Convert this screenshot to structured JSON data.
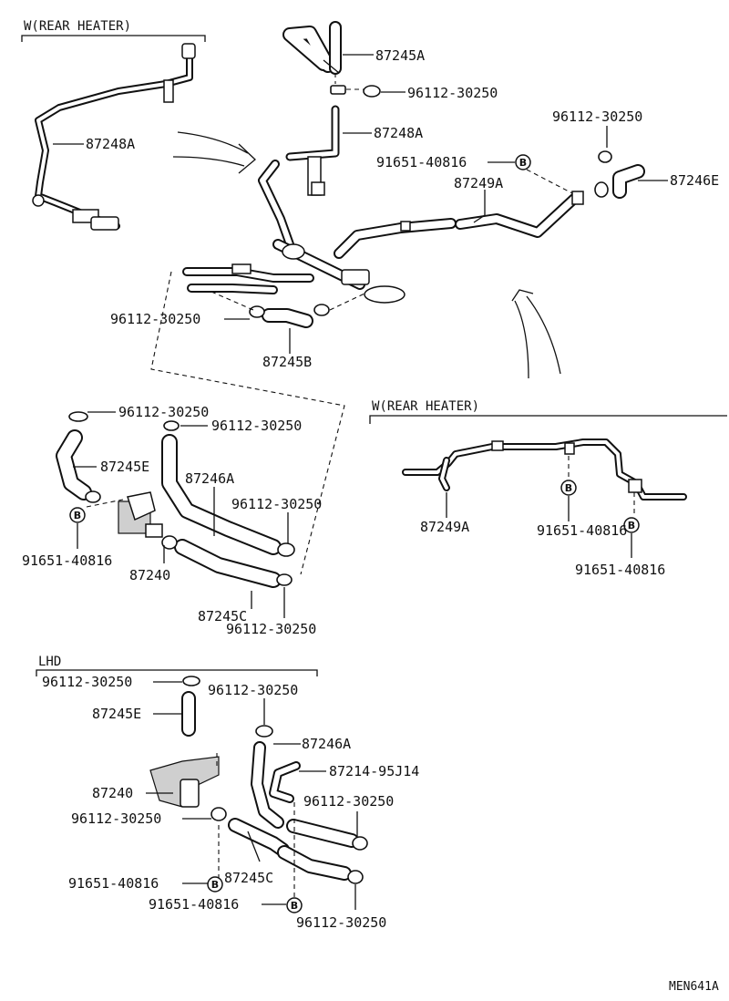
{
  "diagram": {
    "sections": {
      "rear_heater_top": "W(REAR HEATER)",
      "rear_heater_right": "W(REAR HEATER)",
      "lhd": "LHD"
    },
    "bolt_marker": "B",
    "labels": {
      "p87248a_left": "87248A",
      "p87245a": "87245A",
      "p96112_clamp_top": "96112-30250",
      "p87248a_center": "87248A",
      "p96112_clamp_right": "96112-30250",
      "p91651_center": "91651-40816",
      "p87249a_center": "87249A",
      "p87246e": "87246E",
      "p96112_clamp_mid": "96112-30250",
      "p87245b": "87245B",
      "p96112_a1": "96112-30250",
      "p96112_a2": "96112-30250",
      "p87245e_a": "87245E",
      "p87246a_a": "87246A",
      "p96112_a3": "96112-30250",
      "p91651_a": "91651-40816",
      "p87240_a": "87240",
      "p87245c_a": "87245C",
      "p96112_a4": "96112-30250",
      "p87249a_right": "87249A",
      "p91651_r1": "91651-40816",
      "p91651_r2": "91651-40816",
      "p96112_l1": "96112-30250",
      "p96112_l2": "96112-30250",
      "p87245e_l": "87245E",
      "p87246a_l": "87246A",
      "p87214": "87214-95J14",
      "p87240_l": "87240",
      "p96112_l3": "96112-30250",
      "p96112_l4": "96112-30250",
      "p91651_l1": "91651-40816",
      "p87245c_l": "87245C",
      "p91651_l2": "91651-40816",
      "p96112_l5": "96112-30250"
    },
    "figure_code": "MEN641A"
  }
}
